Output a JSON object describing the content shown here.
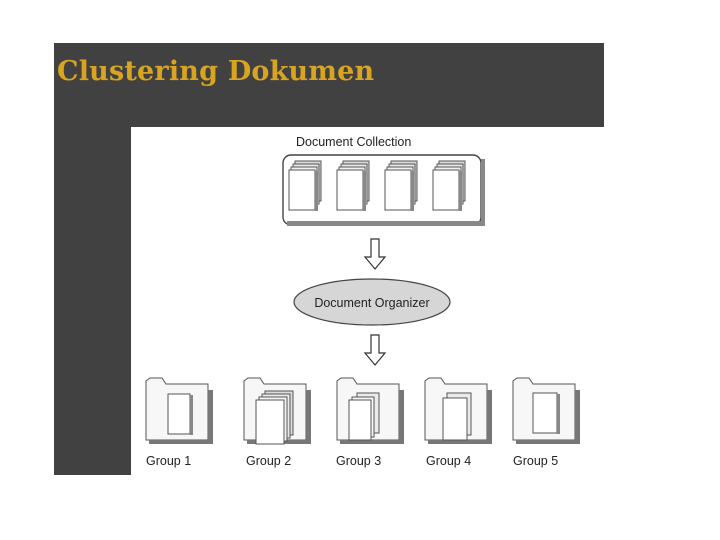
{
  "slide": {
    "title": "Clustering Dokumen"
  },
  "diagram": {
    "collection_label": "Document Collection",
    "organizer_label": "Document Organizer",
    "groups": [
      {
        "label": "Group 1"
      },
      {
        "label": "Group 2"
      },
      {
        "label": "Group 3"
      },
      {
        "label": "Group 4"
      },
      {
        "label": "Group 5"
      }
    ]
  }
}
